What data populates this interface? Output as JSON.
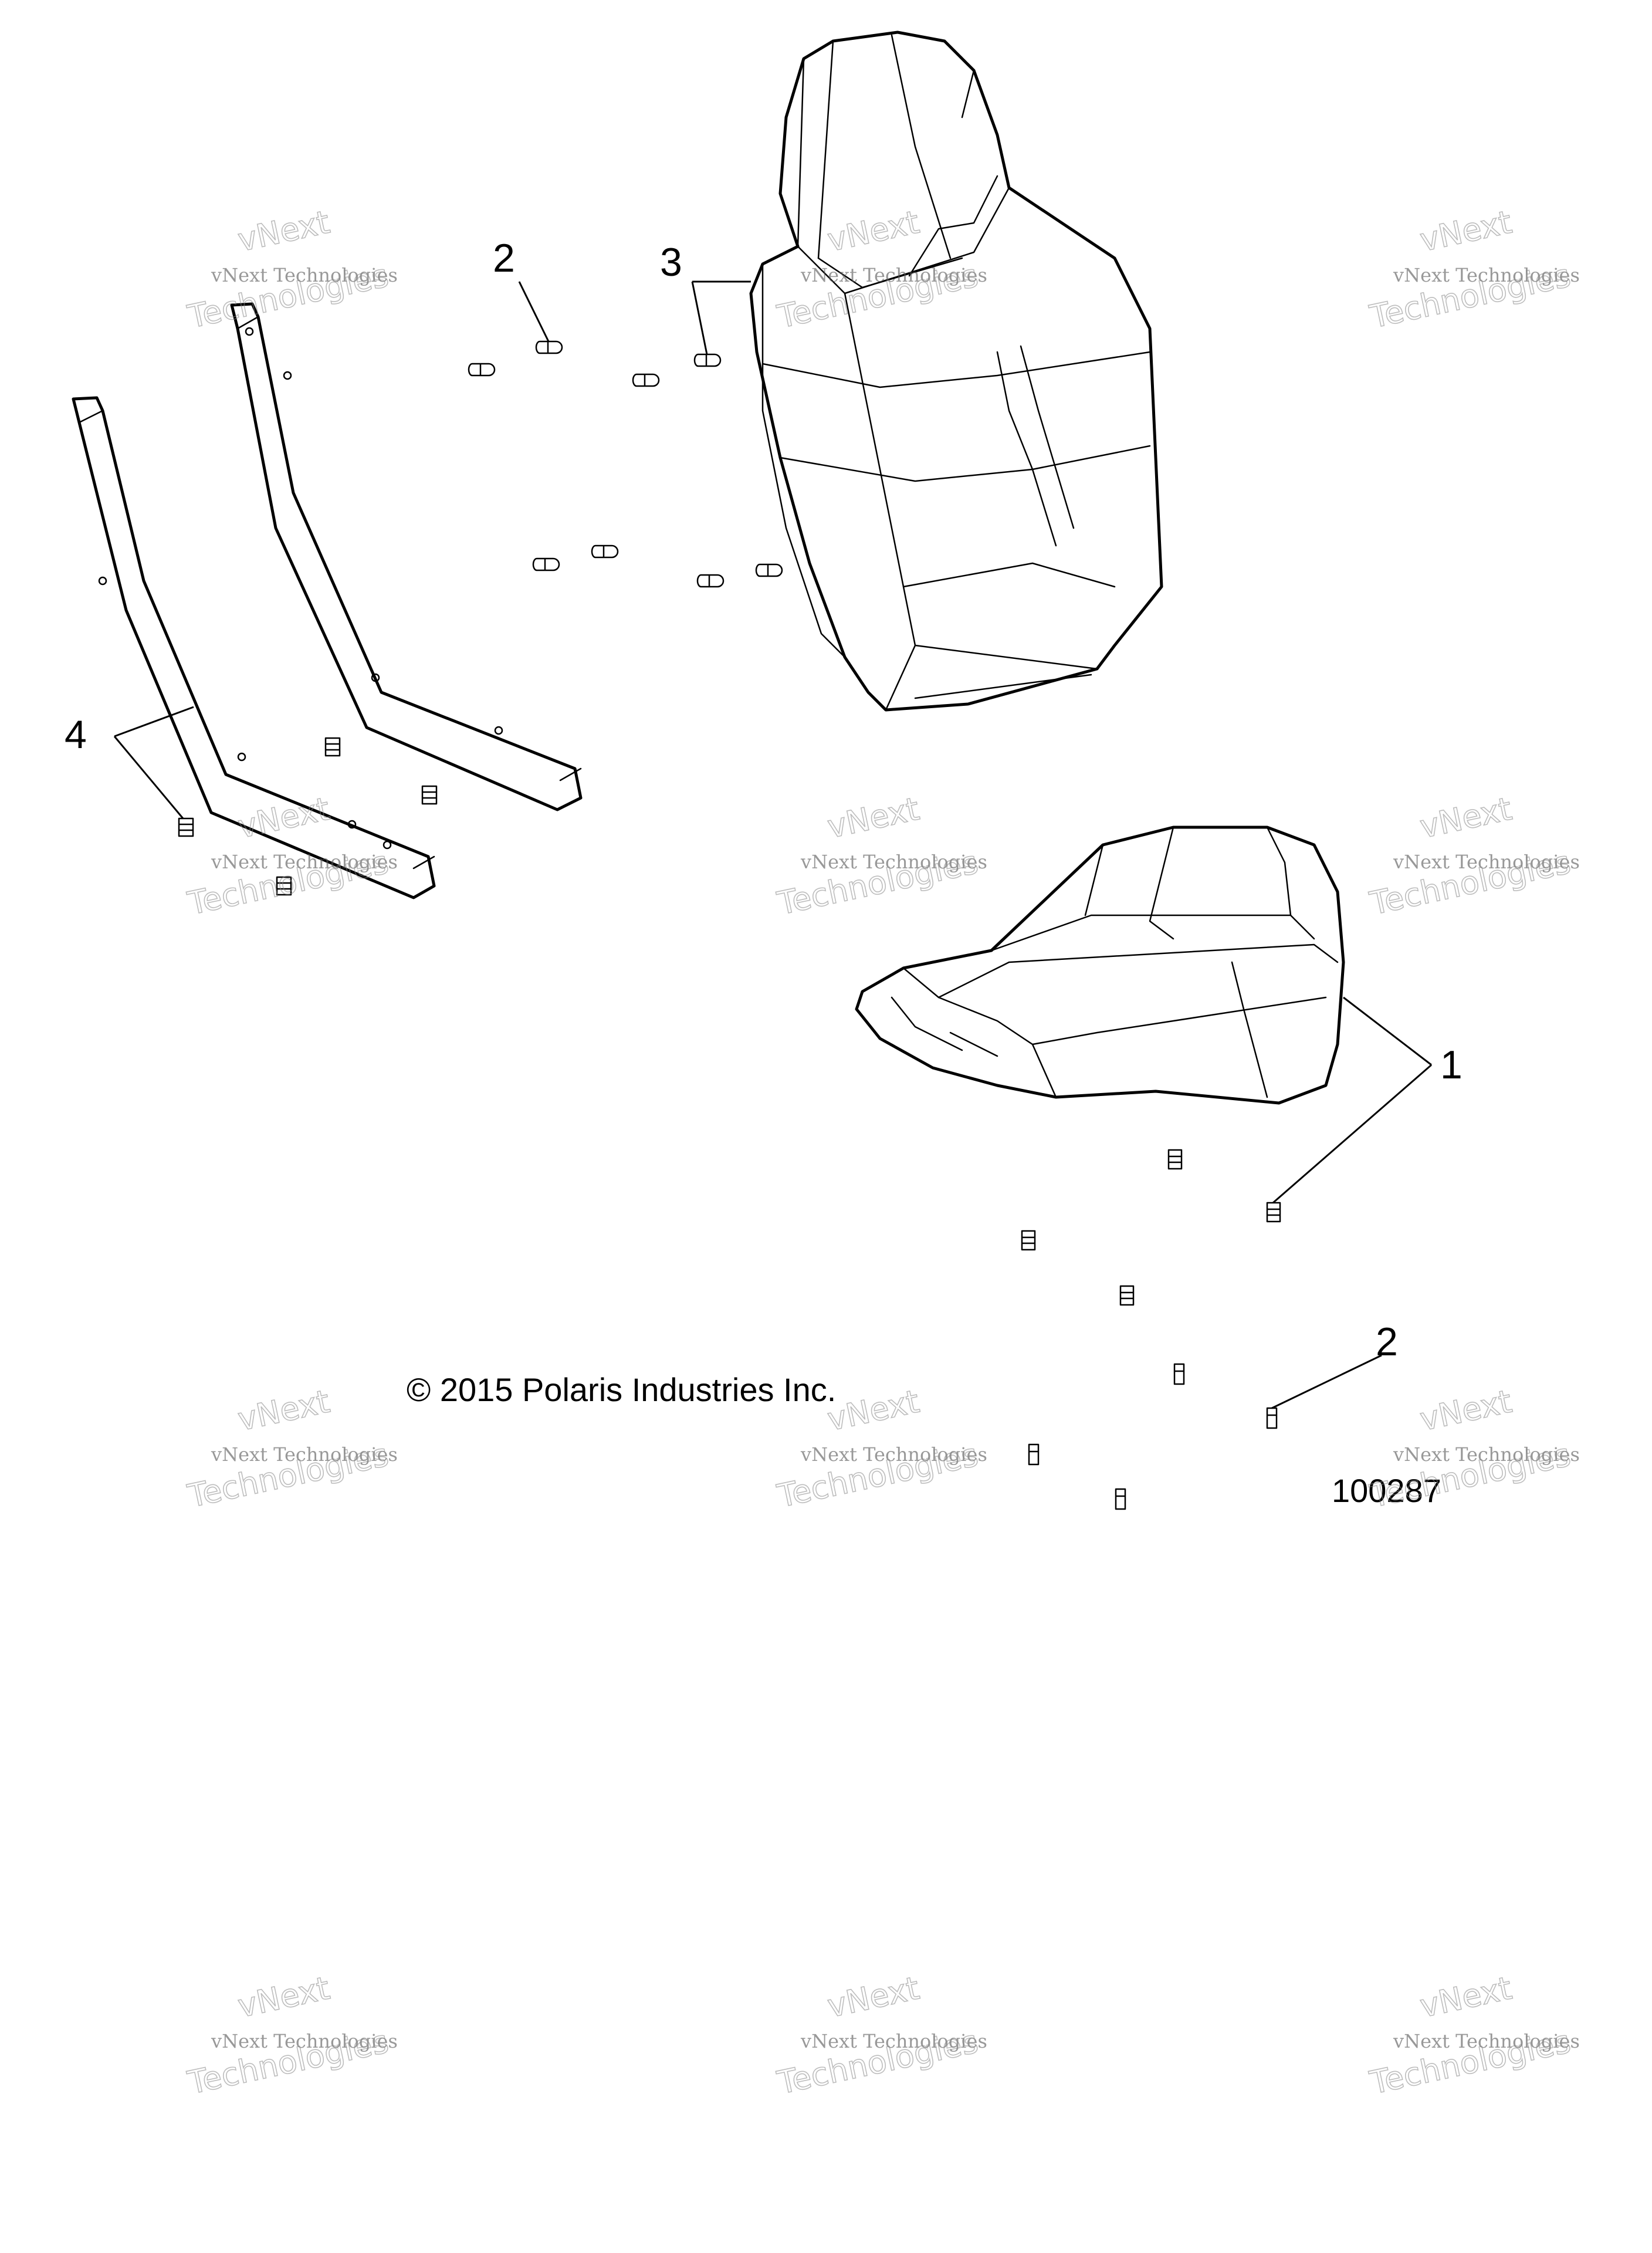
{
  "diagram": {
    "callouts": [
      {
        "id": "callout-1",
        "label": "1"
      },
      {
        "id": "callout-2-top",
        "label": "2"
      },
      {
        "id": "callout-2-bottom",
        "label": "2"
      },
      {
        "id": "callout-3",
        "label": "3"
      },
      {
        "id": "callout-4",
        "label": "4"
      }
    ],
    "copyright": "© 2015 Polaris Industries Inc.",
    "figure_number": "100287",
    "watermark": {
      "line1": "vNext Technologies",
      "line2": "vNext",
      "line3": "Technologies"
    }
  }
}
